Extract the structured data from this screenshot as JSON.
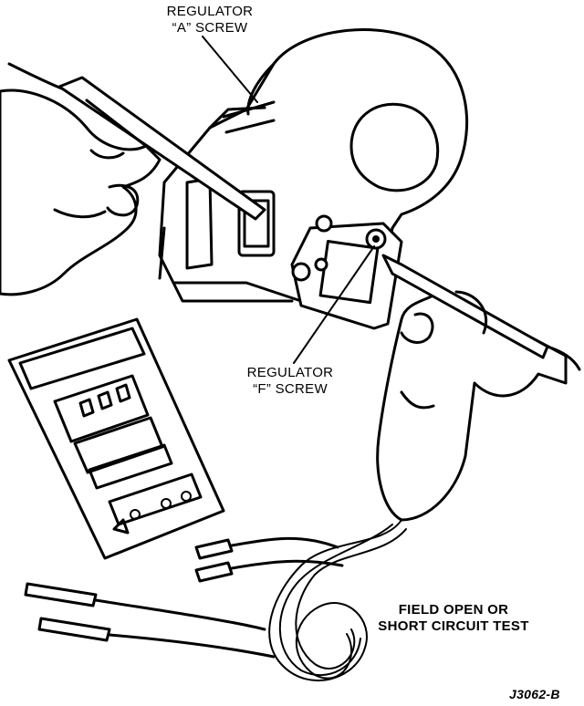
{
  "labels": {
    "regulator_a_line1": "REGULATOR",
    "regulator_a_line2": "“A” SCREW",
    "regulator_f_line1": "REGULATOR",
    "regulator_f_line2": "“F” SCREW",
    "test_title_line1": "FIELD OPEN OR",
    "test_title_line2": "SHORT CIRCUIT TEST",
    "figure_code": "J3062-B"
  }
}
